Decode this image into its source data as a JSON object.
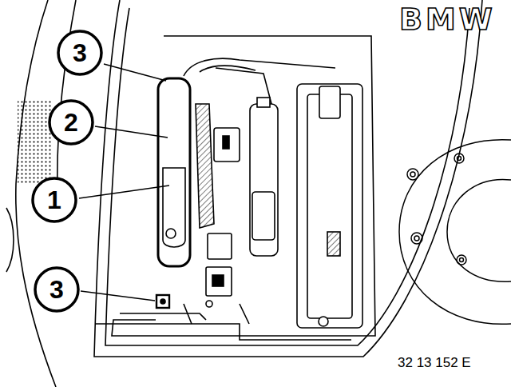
{
  "diagram": {
    "nodes": [
      {
        "text": [
          "3"
        ]
      },
      {
        "text": [
          "2"
        ]
      },
      {
        "text": [
          "1"
        ]
      },
      {
        "text": [
          "3"
        ]
      }
    ],
    "labels": [
      "BMW",
      "32 13 152 E"
    ]
  }
}
